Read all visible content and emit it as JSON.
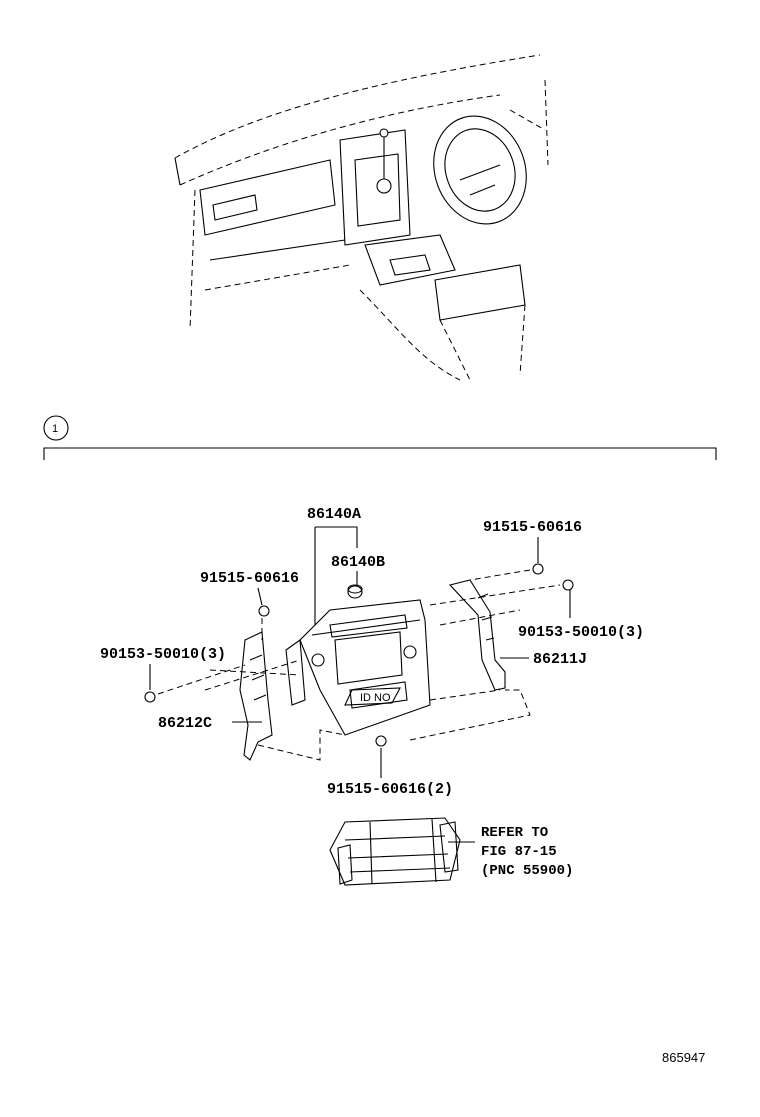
{
  "diagram": {
    "callout_number": "1",
    "parts": {
      "bezel_assy": "86140A",
      "switch_knob": "86140B",
      "bracket_left": "86212C",
      "bracket_right": "86211J",
      "screw_top_right": "91515-60616",
      "screw_top_left": "91515-60616",
      "bolt_right": "90153-50010(3)",
      "bolt_left": "90153-50010(3)",
      "screw_bottom": "91515-60616(2)"
    },
    "id_label": "ID NO",
    "refer_note": [
      "REFER TO",
      "FIG 87-15",
      "(PNC 55900)"
    ],
    "figure_number": "865947"
  }
}
